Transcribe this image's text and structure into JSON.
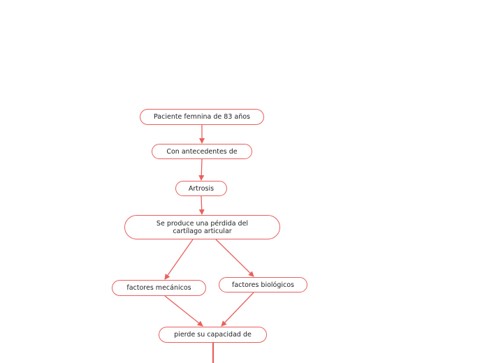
{
  "diagram": {
    "colors": {
      "stroke": "#e8605c",
      "text": "#222222",
      "background": "#ffffff"
    },
    "nodes": {
      "paciente": {
        "label": "Paciente femnina de 83 años"
      },
      "antecedentes": {
        "label": "Con antecedentes de"
      },
      "artrosis": {
        "label": "Artrosis"
      },
      "perdida": {
        "label": "Se produce una pérdida del cartílago articular"
      },
      "mecanicos": {
        "label": "factores mecánicos"
      },
      "biologicos": {
        "label": "factores biológicos"
      },
      "capacidad": {
        "label": "pierde su capacidad de"
      }
    },
    "edges": [
      {
        "from": "paciente",
        "to": "antecedentes"
      },
      {
        "from": "antecedentes",
        "to": "artrosis"
      },
      {
        "from": "artrosis",
        "to": "perdida"
      },
      {
        "from": "perdida",
        "to": "mecanicos"
      },
      {
        "from": "perdida",
        "to": "biologicos"
      },
      {
        "from": "mecanicos",
        "to": "capacidad"
      },
      {
        "from": "biologicos",
        "to": "capacidad"
      },
      {
        "from": "capacidad",
        "to": ""
      }
    ]
  }
}
